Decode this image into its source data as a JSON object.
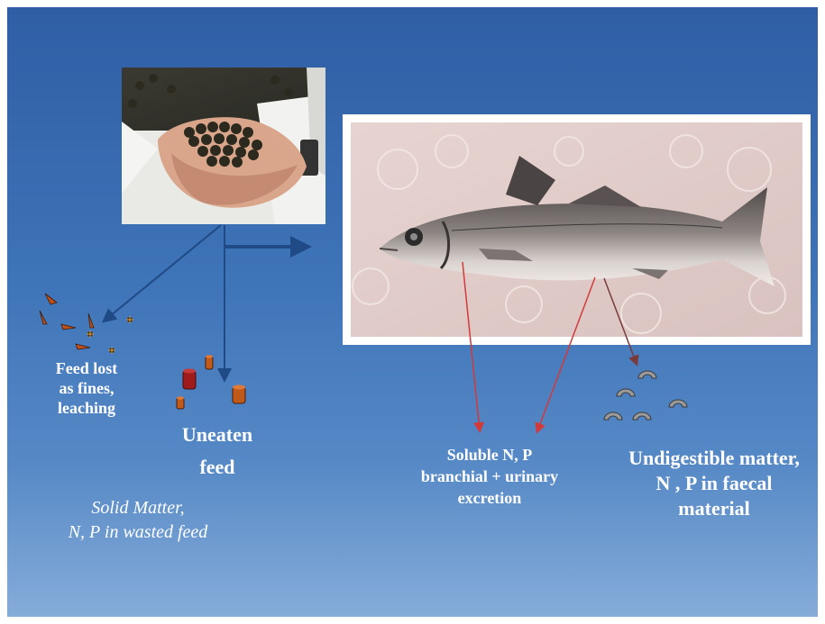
{
  "labels": {
    "feed_lost": [
      "Feed lost",
      "as fines,",
      "leaching"
    ],
    "uneaten": [
      "Uneaten",
      "feed"
    ],
    "solid": [
      "Solid Matter,",
      "N, P in wasted feed"
    ],
    "soluble": [
      "Soluble N, P",
      "branchial + urinary",
      "excretion"
    ],
    "undigestible": [
      "Undigestible matter,",
      "N , P in faecal",
      "material"
    ]
  },
  "colors": {
    "arrow_blue": "#1f4a86",
    "arrow_red": "#d23a3a",
    "arrow_brown": "#7a3a3a"
  }
}
